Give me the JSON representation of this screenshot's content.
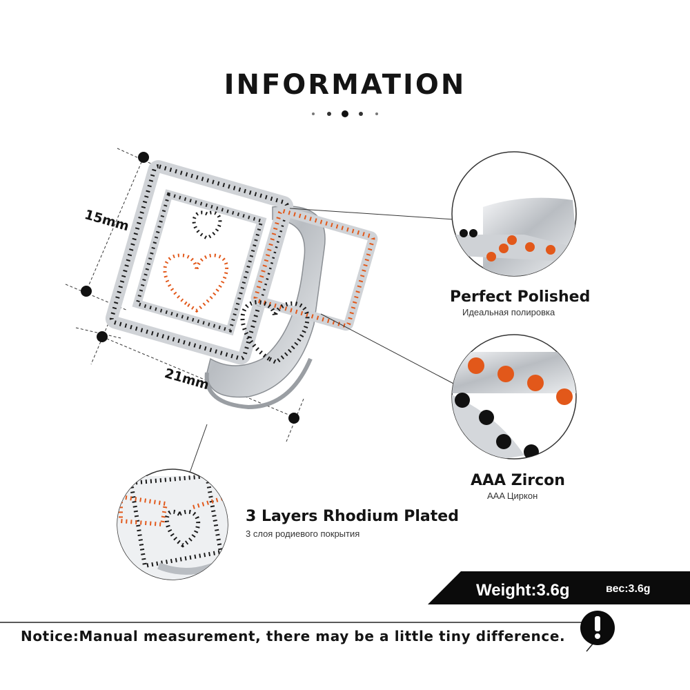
{
  "header": {
    "title": "INFORMATION"
  },
  "dimensions": {
    "height": "15mm",
    "width": "21mm"
  },
  "features": [
    {
      "title": "Perfect  Polished",
      "subtitle": "Идеальная полировка",
      "icon": "polish-closeup-icon"
    },
    {
      "title": "AAA  Zircon",
      "subtitle": "AAA Циркон",
      "icon": "zircon-closeup-icon"
    },
    {
      "title": "3 Layers Rhodium Plated",
      "subtitle": "3 слоя родиевого покрытия",
      "icon": "rhodium-closeup-icon"
    }
  ],
  "weight": {
    "label": "Weight:3.6g",
    "label_ru": "вес:3.6g"
  },
  "notice": {
    "text": "Notice:Manual measurement, there may be a little tiny difference.",
    "icon": "exclamation-icon"
  },
  "colors": {
    "stone_black": "#111111",
    "stone_orange": "#e2581a",
    "metal": "#c9ccd0",
    "accent": "#000000"
  }
}
